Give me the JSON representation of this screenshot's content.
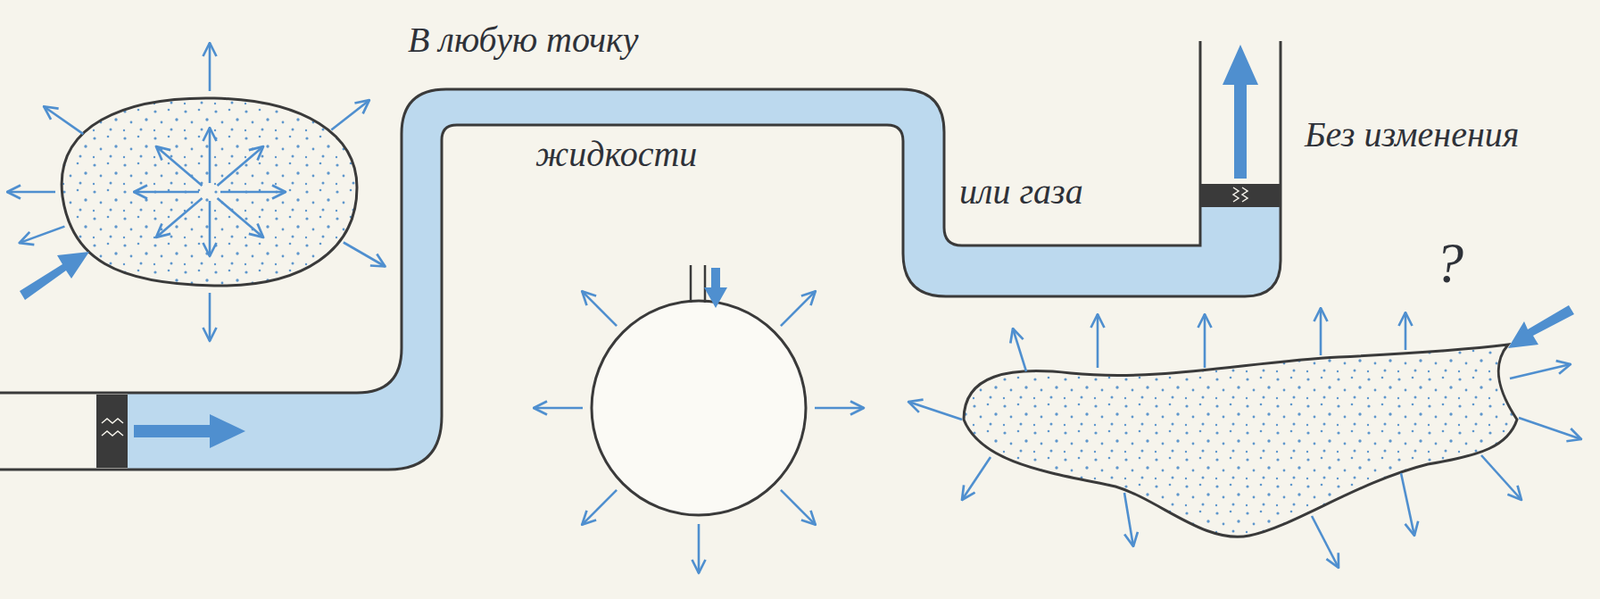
{
  "diagram": {
    "labels": [
      "В любую точку",
      "жидкости",
      "или газа",
      "Без изменения",
      "?"
    ]
  }
}
